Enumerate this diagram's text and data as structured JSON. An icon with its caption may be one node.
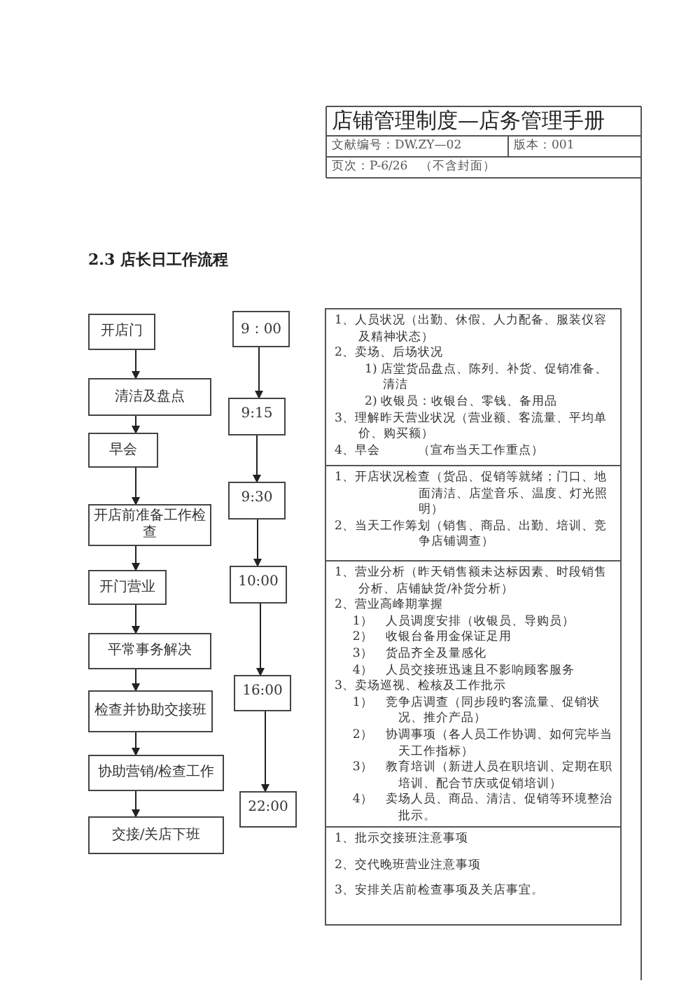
{
  "diagram": {
    "title": "2.3 店长日工作流程",
    "nodes": [
      {
        "text": [
          "开店门"
        ]
      },
      {
        "text": [
          "清洁及盘点"
        ]
      },
      {
        "text": [
          "早会"
        ]
      },
      {
        "text": [
          "开店前准备工作检查"
        ]
      },
      {
        "text": [
          "开门营业"
        ]
      },
      {
        "text": [
          "平常事务解决"
        ]
      },
      {
        "text": [
          "检查并协助交接班"
        ]
      },
      {
        "text": [
          "协助营销/检查工作"
        ]
      },
      {
        "text": [
          "交接/关店下班"
        ]
      },
      {
        "text": [
          "9：00"
        ]
      },
      {
        "text": [
          "9:15"
        ]
      },
      {
        "text": [
          "9:30"
        ]
      },
      {
        "text": [
          "10:00"
        ]
      },
      {
        "text": [
          "16:00"
        ]
      },
      {
        "text": [
          "22:00"
        ]
      },
      {
        "text": [
          "1、人员状况（出勤、休假、人力配备、服装仪容及精神状态）",
          "2、卖场、后场状况",
          "1) 店堂货品盘点、陈列、补货、促销准备、清洁",
          "2) 收银员：收银台、零钱、备用品",
          "3、理解昨天营业状况（营业额、客流量、平均单价、购买额）",
          "4、早会　　　（宣布当天工作重点）"
        ]
      },
      {
        "text": [
          "1、开店状况检查（货品、促销等就绪；门口、地面清洁、店堂音乐、温度、灯光照明）",
          "2、当天工作筹划（销售、商品、出勤、培训、竞争店铺调查）"
        ]
      },
      {
        "text": [
          "1、营业分析（昨天销售额未达标因素、时段销售分析、店铺缺货/补货分析）",
          "2、营业高峰期掌握",
          "1）　人员调度安排（收银员、导购员）",
          "2）　收银台备用金保证足用",
          "3）　货品齐全及量感化",
          "4）　人员交接班迅速且不影响顾客服务",
          "3、卖场巡视、检核及工作批示",
          "1）　竞争店调查（同步段旳客流量、促销状况、推介产品）",
          "2）　协调事项（各人员工作协调、如何完毕当天工作指标）",
          "3）　教育培训（新进人员在职培训、定期在职培训、配合节庆或促销培训）",
          "4）　卖场人员、商品、清洁、促销等环境整治批示。"
        ]
      },
      {
        "text": [
          "1、批示交接班注意事项",
          "2、交代晚班营业注意事项",
          "3、安排关店前检查事项及关店事宜。"
        ]
      }
    ],
    "edges": [
      {
        "from": 0,
        "to": 1,
        "arrow": "to"
      },
      {
        "from": 1,
        "to": 2,
        "arrow": "to"
      },
      {
        "from": 2,
        "to": 3,
        "arrow": "to"
      },
      {
        "from": 3,
        "to": 4,
        "arrow": "to"
      },
      {
        "from": 4,
        "to": 5,
        "arrow": "to"
      },
      {
        "from": 5,
        "to": 6,
        "arrow": "to"
      },
      {
        "from": 6,
        "to": 7,
        "arrow": "to"
      },
      {
        "from": 7,
        "to": 8,
        "arrow": "to"
      },
      {
        "from": 9,
        "to": 10,
        "arrow": "to"
      },
      {
        "from": 10,
        "to": 11,
        "arrow": "to"
      },
      {
        "from": 11,
        "to": 12,
        "arrow": "to"
      },
      {
        "from": 12,
        "to": 13,
        "arrow": "to"
      },
      {
        "from": 13,
        "to": 14,
        "arrow": "to"
      }
    ],
    "labels": [
      "店铺管理制度—店务管理手册",
      "文献编号：DW.ZY—02",
      "版本：001",
      "页次：P-6/26　（不含封面）"
    ]
  }
}
